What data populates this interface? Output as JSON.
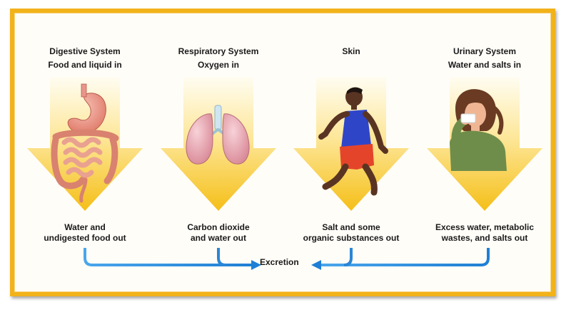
{
  "columns": [
    {
      "system": "Digestive System",
      "input": "Food and liquid in",
      "output_line1": "Water and",
      "output_line2": "undigested food out"
    },
    {
      "system": "Respiratory System",
      "input": "Oxygen in",
      "output_line1": "Carbon dioxide",
      "output_line2": "and water out"
    },
    {
      "system": "Skin",
      "input": "",
      "output_line1": "Salt and some",
      "output_line2": "organic substances out"
    },
    {
      "system": "Urinary System",
      "input": "Water and salts in",
      "output_line1": "Excess water, metabolic",
      "output_line2": "wastes, and salts out"
    }
  ],
  "excretion_label": "Excretion",
  "colors": {
    "border": "#f2b21a",
    "arrow_top": "#fffbe6",
    "arrow_bottom": "#f6c21c",
    "flow": "#2a8ad8"
  },
  "icons": [
    "digestive-organs-icon",
    "lungs-icon",
    "running-boy-icon",
    "girl-drinking-icon"
  ]
}
